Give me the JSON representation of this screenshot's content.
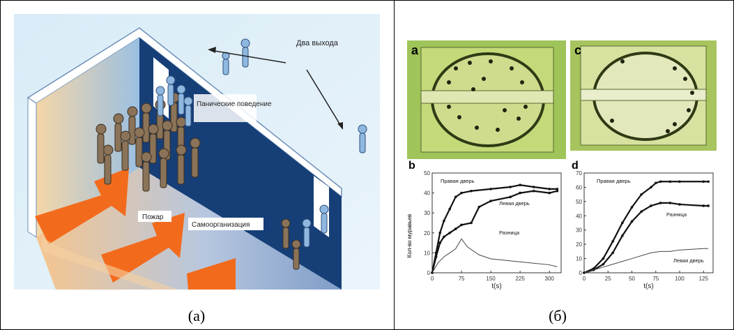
{
  "captions": {
    "left": "(a)",
    "right": "(б)"
  },
  "left_panel": {
    "labels": {
      "exits": "Два выхода",
      "panic": "Панические поведение",
      "fire": "Пожар",
      "selforg": "Самоорганизация"
    }
  },
  "right_panel": {
    "photo_labels": {
      "a": "a",
      "c": "c"
    },
    "chart_labels": {
      "b": "b",
      "d": "d"
    }
  },
  "chart_data": [
    {
      "type": "line",
      "panel": "b",
      "xlabel": "t(s)",
      "ylabel": "Кол-во муравьев",
      "xlim": [
        0,
        330
      ],
      "ylim": [
        0,
        50
      ],
      "xticks": [
        "0",
        "75",
        "150",
        "225",
        "300"
      ],
      "yticks": [
        "0",
        "10",
        "20",
        "30",
        "40",
        "50"
      ],
      "series": [
        {
          "name": "Правая дверь",
          "x": [
            0,
            10,
            20,
            30,
            45,
            60,
            75,
            100,
            150,
            200,
            225,
            260,
            300,
            320
          ],
          "y": [
            0,
            10,
            20,
            26,
            32,
            38,
            40,
            41,
            42,
            43,
            44,
            43,
            42,
            42
          ]
        },
        {
          "name": "Левая дверь",
          "x": [
            0,
            10,
            20,
            30,
            45,
            60,
            75,
            100,
            120,
            150,
            200,
            225,
            260,
            300,
            320
          ],
          "y": [
            0,
            8,
            15,
            18,
            20,
            22,
            24,
            25,
            33,
            36,
            38,
            40,
            41,
            40,
            41
          ]
        },
        {
          "name": "Разница",
          "x": [
            0,
            15,
            30,
            45,
            60,
            75,
            90,
            120,
            150,
            200,
            250,
            300,
            320
          ],
          "y": [
            0,
            5,
            8,
            10,
            12,
            17,
            13,
            9,
            7,
            6,
            5,
            4,
            3
          ]
        }
      ]
    },
    {
      "type": "line",
      "panel": "d",
      "xlabel": "t(s)",
      "xlim": [
        0,
        135
      ],
      "ylim": [
        0,
        70
      ],
      "xticks": [
        "0",
        "25",
        "50",
        "75",
        "100",
        "125"
      ],
      "yticks": [
        "0",
        "10",
        "20",
        "30",
        "40",
        "50",
        "60",
        "70"
      ],
      "series": [
        {
          "name": "Правая дверь",
          "x": [
            0,
            10,
            20,
            30,
            40,
            50,
            60,
            70,
            75,
            80,
            90,
            100,
            125,
            130
          ],
          "y": [
            0,
            3,
            10,
            22,
            35,
            46,
            55,
            60,
            63,
            64,
            64,
            64,
            64,
            64
          ]
        },
        {
          "name": "Разница",
          "x": [
            0,
            10,
            20,
            30,
            40,
            50,
            60,
            70,
            80,
            90,
            100,
            125,
            130
          ],
          "y": [
            0,
            2,
            6,
            14,
            26,
            36,
            43,
            47,
            49,
            49,
            48,
            47,
            47
          ]
        },
        {
          "name": "Левая дверь",
          "x": [
            0,
            10,
            20,
            30,
            50,
            70,
            80,
            90,
            100,
            125,
            130
          ],
          "y": [
            0,
            2,
            4,
            6,
            10,
            14,
            15,
            15,
            16,
            17,
            17
          ]
        }
      ]
    }
  ]
}
